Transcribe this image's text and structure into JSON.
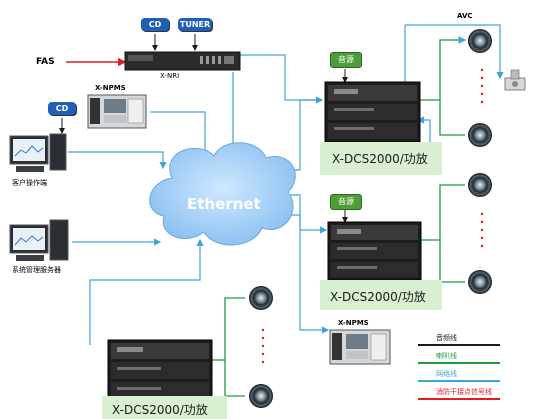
{
  "cloud_label": "Ethernet",
  "fas_label": "FAS",
  "nri": {
    "label": "X-NRI",
    "cd": "CD",
    "tuner": "TUNER"
  },
  "npms_top": {
    "label": "X-NPMS",
    "cd": "CD"
  },
  "npms_bottom": {
    "label": "X-NPMS"
  },
  "pc_client": "客户操作端",
  "pc_server": "系统管理服务器",
  "avc_label": "AVC",
  "zone_top": {
    "label": "X-DCS2000/功放",
    "source": "音源"
  },
  "zone_mid": {
    "label": "X-DCS2000/功放",
    "source": "音源"
  },
  "zone_bottom": {
    "label": "X-DCS2000/功放"
  },
  "dots": "· · · · ·",
  "legend": {
    "items": [
      {
        "label": "音频线",
        "color": "#1a1a1a"
      },
      {
        "label": "喇叭线",
        "color": "#1f9a3a"
      },
      {
        "label": "网络线",
        "color": "#3fa4d6"
      },
      {
        "label": "消防干接点信号线",
        "color": "#e21c1c"
      }
    ]
  },
  "colors": {
    "network": "#3fa4d6",
    "speaker": "#1f9a3a",
    "fire": "#e21c1c",
    "audio": "#1a1a1a",
    "chip": "#1f5fb5"
  }
}
